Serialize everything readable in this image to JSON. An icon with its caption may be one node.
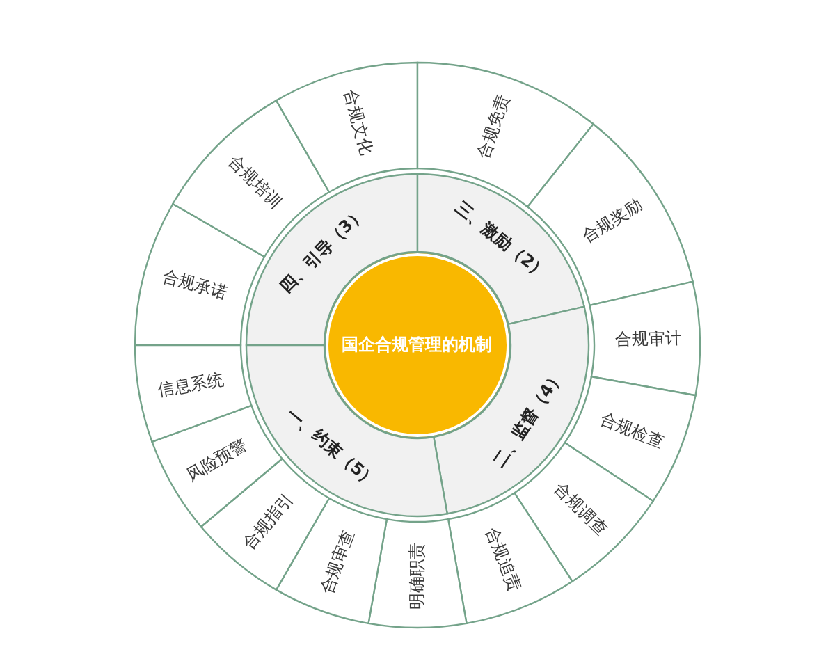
{
  "diagram": {
    "nodes": [
      {
        "text": [
          "国企合规管理的机制"
        ]
      },
      {
        "text": [
          "四、引导（3）"
        ]
      },
      {
        "text": [
          "三、激励（2）"
        ]
      },
      {
        "text": [
          "二、监督（4）"
        ]
      },
      {
        "text": [
          "一、约束（5）"
        ]
      },
      {
        "text": [
          "合规承诺"
        ]
      },
      {
        "text": [
          "合规培训"
        ]
      },
      {
        "text": [
          "合规文化"
        ]
      },
      {
        "text": [
          "合规免责"
        ]
      },
      {
        "text": [
          "合规奖励"
        ]
      },
      {
        "text": [
          "合规审计"
        ]
      },
      {
        "text": [
          "合规检查"
        ]
      },
      {
        "text": [
          "合规调查"
        ]
      },
      {
        "text": [
          "合规追责"
        ]
      },
      {
        "text": [
          "明确职责"
        ]
      },
      {
        "text": [
          "合规审查"
        ]
      },
      {
        "text": [
          "合规指引"
        ]
      },
      {
        "text": [
          "风险预警"
        ]
      },
      {
        "text": [
          "信息系统"
        ]
      }
    ]
  }
}
